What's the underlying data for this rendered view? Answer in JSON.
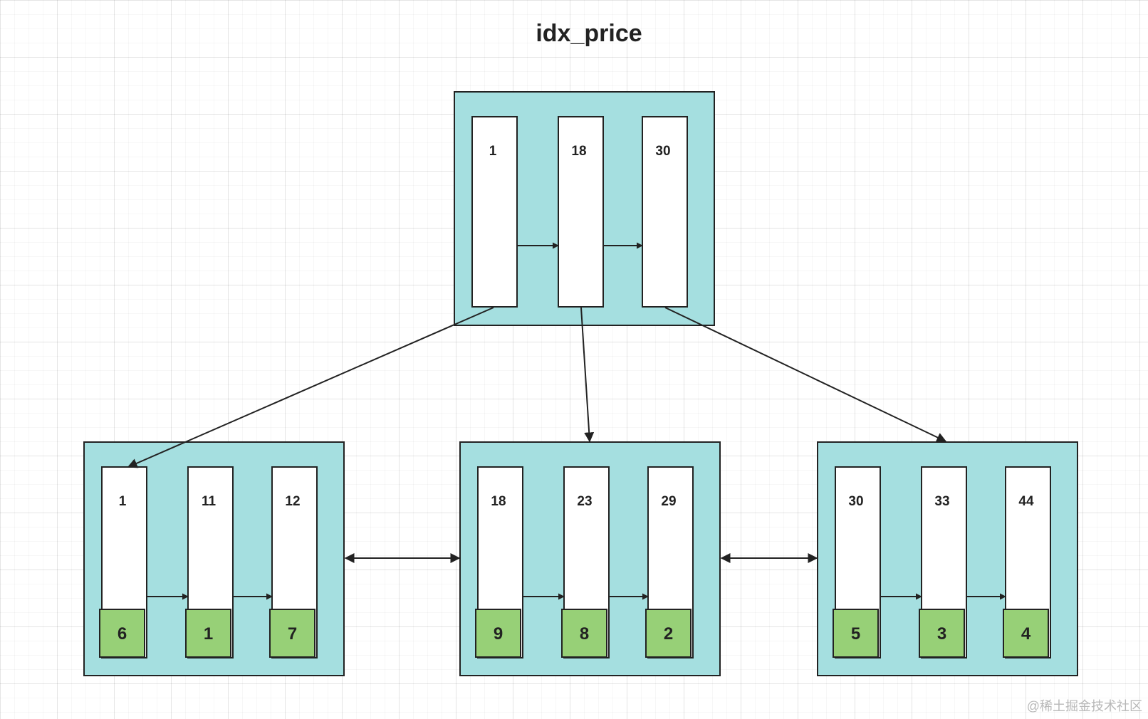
{
  "title": "idx_price",
  "colors": {
    "node_fill": "#a5dfe0",
    "slot_fill": "#ffffff",
    "pointer_fill": "#97d077",
    "stroke": "#222222"
  },
  "root": {
    "keys": [
      "1",
      "18",
      "30"
    ]
  },
  "leaves": [
    {
      "keys": [
        "1",
        "11",
        "12"
      ],
      "pointers": [
        "6",
        "1",
        "7"
      ]
    },
    {
      "keys": [
        "18",
        "23",
        "29"
      ],
      "pointers": [
        "9",
        "8",
        "2"
      ]
    },
    {
      "keys": [
        "30",
        "33",
        "44"
      ],
      "pointers": [
        "5",
        "3",
        "4"
      ]
    }
  ],
  "watermark": "@稀土掘金技术社区"
}
